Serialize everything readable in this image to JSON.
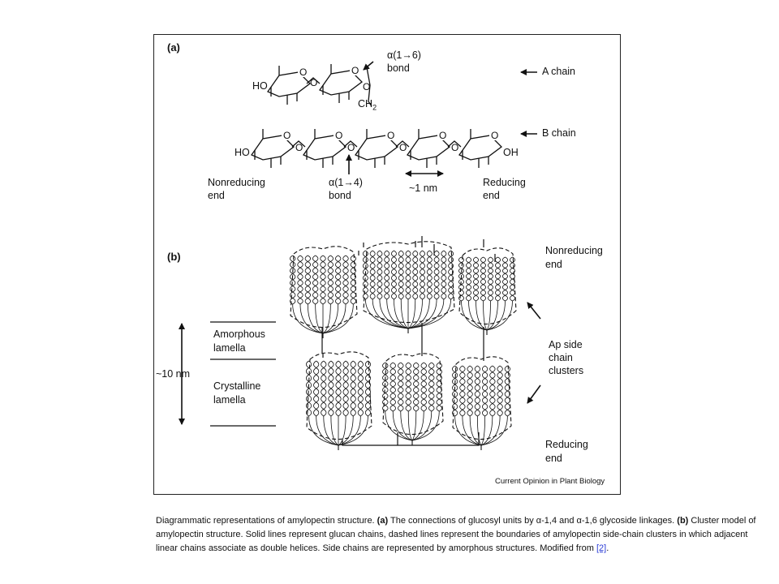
{
  "panel_a": {
    "label": "(a)",
    "bond16_alpha": "α(1→6)",
    "bond16_word": "bond",
    "ch2": "CH",
    "ch2_sub": "2",
    "a_chain": "A chain",
    "b_chain": "B chain",
    "ho_top": "HO",
    "ho_bottom": "HO",
    "oh_end": "OH",
    "ring_o": "O",
    "nonreducing_line1": "Nonreducing",
    "nonreducing_line2": "end",
    "bond14_alpha": "α(1→4)",
    "bond14_word": "bond",
    "distance": "~1 nm",
    "reducing_line1": "Reducing",
    "reducing_line2": "end"
  },
  "panel_b": {
    "label": "(b)",
    "nonreducing_line1": "Nonreducing",
    "nonreducing_line2": "end",
    "amorphous_line1": "Amorphous",
    "amorphous_line2": "lamella",
    "crystalline_line1": "Crystalline",
    "crystalline_line2": "lamella",
    "thickness": "~10 nm",
    "ap_line1": "Ap side",
    "ap_line2": "chain",
    "ap_line3": "clusters",
    "reducing_line1": "Reducing",
    "reducing_line2": "end"
  },
  "credit": "Current Opinion in Plant Biology",
  "caption": {
    "text_1": "Diagrammatic representations of amylopectin structure. ",
    "bold_a": "(a)",
    "text_2": " The connections of glucosyl units by α-1,4 and α-1,6 glycoside linkages. ",
    "bold_b": "(b)",
    "text_3": " Cluster model of amylopectin structure. Solid lines represent glucan chains, dashed lines represent the boundaries of amylopectin side-chain clusters in which adjacent linear chains associate as double helices. Side chains are represented by amorphous structures. Modified from ",
    "ref": "[2]",
    "text_4": "."
  }
}
